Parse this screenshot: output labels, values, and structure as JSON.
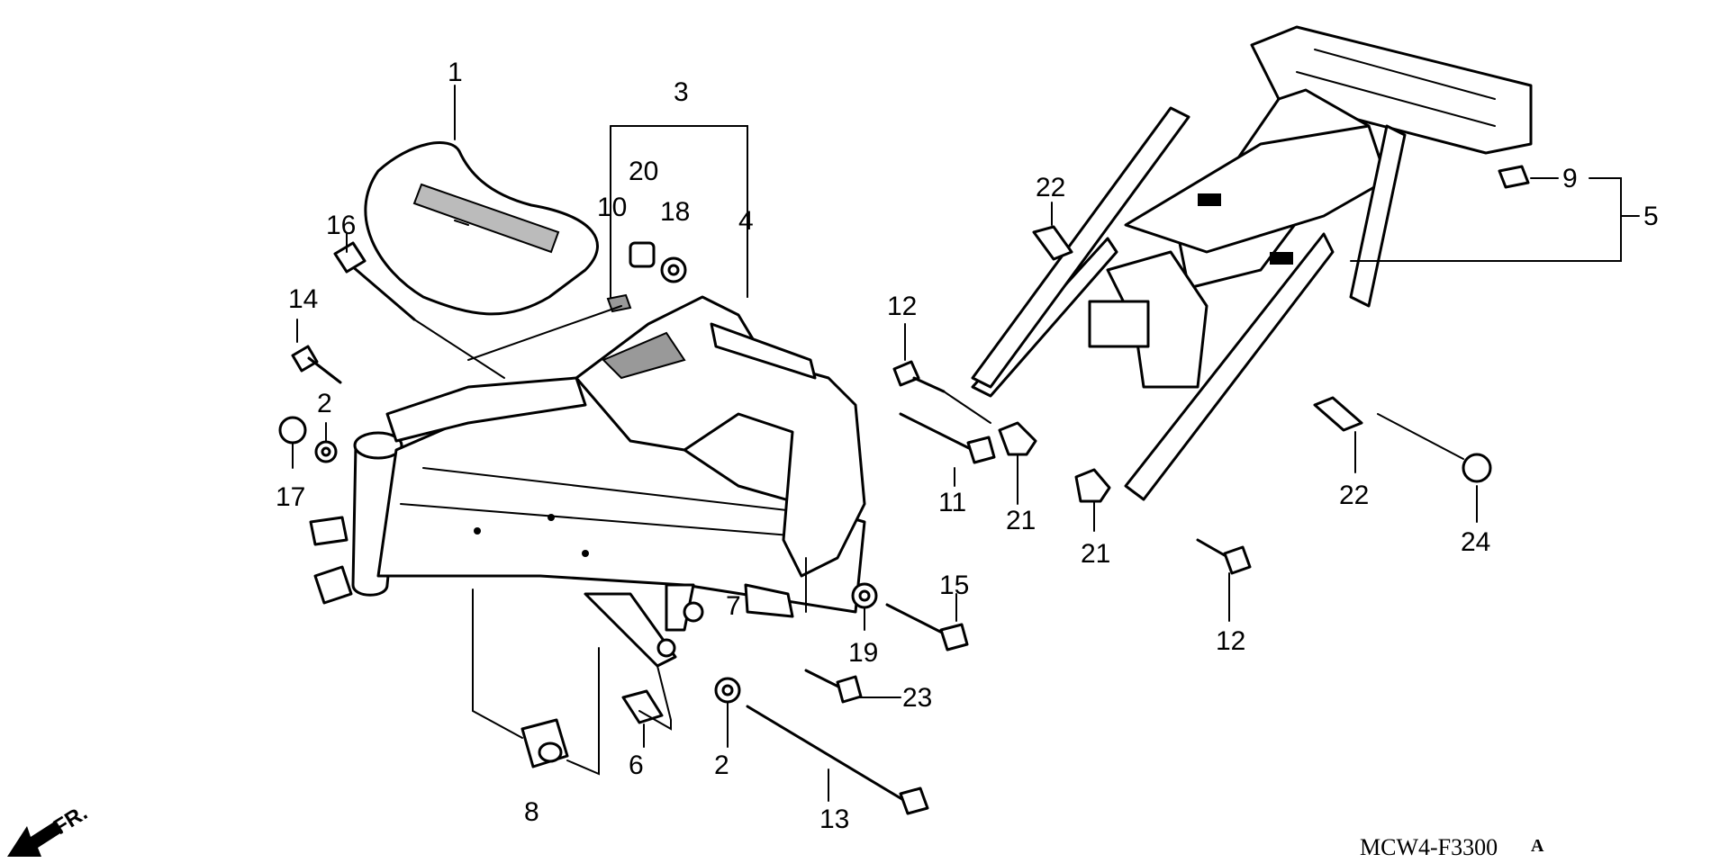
{
  "callouts": {
    "c1": "1",
    "c3": "3",
    "c20": "20",
    "c10": "10",
    "c18": "18",
    "c4": "4",
    "c16": "16",
    "c14": "14",
    "c2a": "2",
    "c17": "17",
    "c12a": "12",
    "c11": "11",
    "c21a": "21",
    "c21b": "21",
    "c22a": "22",
    "c9": "9",
    "c5": "5",
    "c22b": "22",
    "c24": "24",
    "c12b": "12",
    "c7": "7",
    "c19": "19",
    "c15": "15",
    "c23": "23",
    "c6": "6",
    "c2b": "2",
    "c8": "8",
    "c13": "13"
  },
  "direction_label": "FR.",
  "reference_code": "MCW4-F3300",
  "reference_suffix": "A"
}
